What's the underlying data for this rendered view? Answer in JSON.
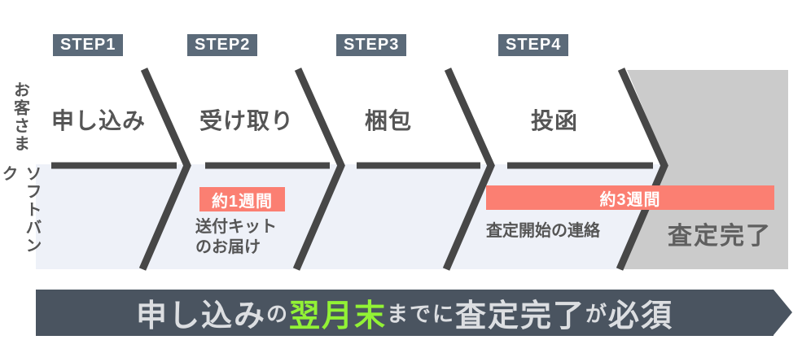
{
  "colors": {
    "line": "#474747",
    "text": "#555555",
    "badge-bg": "#5b6a79",
    "badge-text": "#ffffff",
    "duration-bg": "#fb7f72",
    "row-bg": "#eef1f8",
    "done-bg": "#cbcbcb",
    "done-text": "#5f5f5f",
    "banner-bg": "#4a5460",
    "banner-text": "#dcdee1",
    "highlight": "#92f235"
  },
  "actors": {
    "customer": "お客さま",
    "company": "ソフトバンク"
  },
  "steps": [
    {
      "badge": "STEP1",
      "label": "申し込み"
    },
    {
      "badge": "STEP2",
      "label": "受け取り"
    },
    {
      "badge": "STEP3",
      "label": "梱包"
    },
    {
      "badge": "STEP4",
      "label": "投函"
    }
  ],
  "company_row": {
    "kit": {
      "duration": "約1週間",
      "lines": [
        "送付キット",
        "のお届け"
      ]
    },
    "assessment": {
      "duration": "約3週間",
      "label": "査定開始の連絡"
    },
    "final": "査定完了"
  },
  "banner": {
    "segments": [
      {
        "text": "申し込み",
        "emphasis": "large"
      },
      {
        "text": "の",
        "emphasis": "small"
      },
      {
        "text": "翌月末",
        "emphasis": "large-green"
      },
      {
        "text": "までに",
        "emphasis": "small"
      },
      {
        "text": "査定完了",
        "emphasis": "large"
      },
      {
        "text": "が",
        "emphasis": "small"
      },
      {
        "text": "必須",
        "emphasis": "large"
      }
    ]
  }
}
